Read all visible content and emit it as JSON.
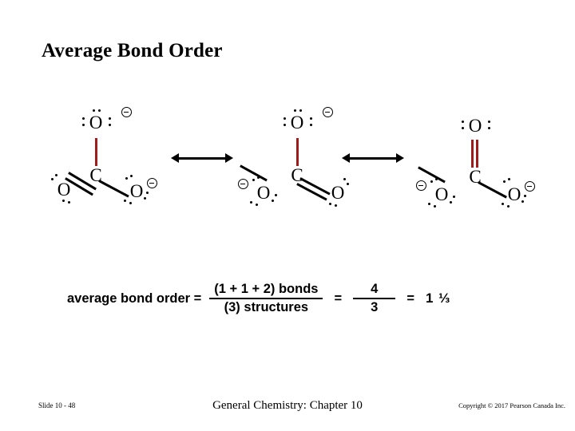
{
  "slide": {
    "title": "Average Bond Order",
    "accent_bond_color": "#9E1B1B",
    "text_color": "#000000",
    "background_color": "#FFFFFF"
  },
  "structures": [
    {
      "name": "carbonate-resonance-1",
      "center_atom": "C",
      "atoms": {
        "top_oxygen": "O",
        "bottom_left_oxygen": "O",
        "bottom_right_oxygen": "O"
      },
      "bonds": {
        "top": "single",
        "bottom_left": "double",
        "bottom_right": "single"
      },
      "charges": {
        "top_oxygen": "−",
        "bottom_left_oxygen": "",
        "bottom_right_oxygen": "−"
      },
      "lone_pairs": {
        "top_oxygen": 3,
        "bottom_left_oxygen": 2,
        "bottom_right_oxygen": 3
      }
    },
    {
      "name": "carbonate-resonance-2",
      "center_atom": "C",
      "atoms": {
        "top_oxygen": "O",
        "bottom_left_oxygen": "O",
        "bottom_right_oxygen": "O"
      },
      "bonds": {
        "top": "single",
        "bottom_left": "single",
        "bottom_right": "double"
      },
      "charges": {
        "top_oxygen": "−",
        "bottom_left_oxygen": "−",
        "bottom_right_oxygen": ""
      },
      "lone_pairs": {
        "top_oxygen": 3,
        "bottom_left_oxygen": 3,
        "bottom_right_oxygen": 2
      }
    },
    {
      "name": "carbonate-resonance-3",
      "center_atom": "C",
      "atoms": {
        "top_oxygen": "O",
        "bottom_left_oxygen": "O",
        "bottom_right_oxygen": "O"
      },
      "bonds": {
        "top": "double",
        "bottom_left": "single",
        "bottom_right": "single"
      },
      "charges": {
        "top_oxygen": "",
        "bottom_left_oxygen": "−",
        "bottom_right_oxygen": "−"
      },
      "lone_pairs": {
        "top_oxygen": 2,
        "bottom_left_oxygen": 3,
        "bottom_right_oxygen": 3
      }
    }
  ],
  "arrows": [
    {
      "name": "resonance-arrow-1",
      "type": "double-headed"
    },
    {
      "name": "resonance-arrow-2",
      "type": "double-headed"
    }
  ],
  "equation": {
    "label": "average bond order =",
    "numerator": "(1 + 1 + 2) bonds",
    "denominator": "(3) structures",
    "equals_1": "=",
    "numerator_2": "4",
    "denominator_2": "3",
    "equals_2": "=",
    "result": "1 ⅓"
  },
  "footer": {
    "left": "Slide 10 - 48",
    "center": "General Chemistry: Chapter 10",
    "right": "Copyright © 2017 Pearson Canada Inc."
  }
}
